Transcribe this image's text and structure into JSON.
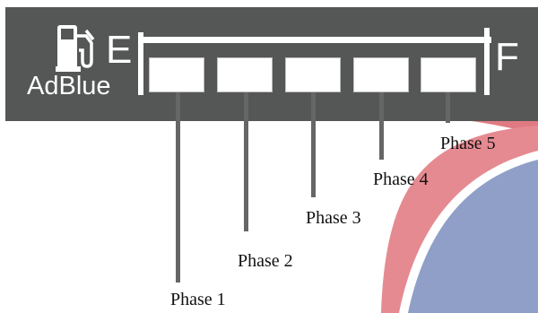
{
  "gauge": {
    "empty_label": "E",
    "full_label": "F",
    "fluid_label": "AdBlue",
    "icons": [
      "fuel-pump-icon"
    ]
  },
  "phases": [
    {
      "label": "Phase 1"
    },
    {
      "label": "Phase 2"
    },
    {
      "label": "Phase 3"
    },
    {
      "label": "Phase 4"
    },
    {
      "label": "Phase 5"
    }
  ],
  "colors": {
    "panel": "#555656",
    "segment": "#ffffff",
    "swoosh_red": "#e0707a",
    "swoosh_blue": "#8293bd"
  }
}
